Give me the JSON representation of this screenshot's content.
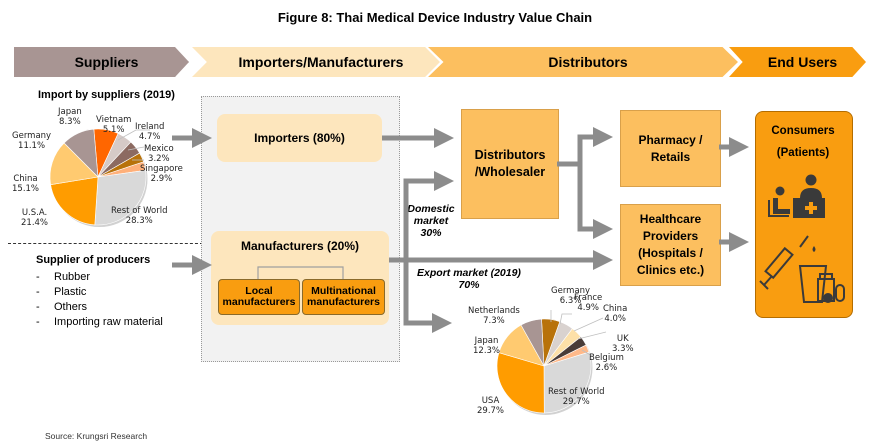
{
  "title": "Figure 8: Thai Medical Device Industry Value Chain",
  "stages": [
    {
      "label": "Suppliers",
      "color": "#a89593"
    },
    {
      "label": "Importers/Manufacturers",
      "color": "#fde6bd"
    },
    {
      "label": "Distributors",
      "color": "#fcbf5f"
    },
    {
      "label": "End Users",
      "color": "#f99d10"
    }
  ],
  "suppliers": {
    "producers_title": "Supplier of producers",
    "producers": [
      "Rubber",
      "Plastic",
      "Others",
      "Importing raw material"
    ],
    "bullet": "-"
  },
  "importers_manufacturers": {
    "importers": "Importers (80%)",
    "manufacturers": "Manufacturers (20%)",
    "local": "Local manufacturers",
    "multinational": "Multinational manufacturers"
  },
  "distributors": {
    "wholesaler": "Distributors /Wholesaler",
    "wholesaler_line1": "Distributors",
    "wholesaler_line2": "/Wholesaler",
    "pharmacy_line1": "Pharmacy /",
    "pharmacy_line2": "Retails",
    "health_lines": [
      "Healthcare",
      "Providers",
      "(Hospitals /",
      "Clinics etc.)"
    ],
    "domestic_lines": [
      "Domestic",
      "market",
      "30%"
    ],
    "export_line1": "Export market (2019)",
    "export_line2": "70%"
  },
  "end_users": {
    "line1": "Consumers",
    "line2": "(Patients)",
    "icons": [
      "doctor-patient-desk-icon",
      "syringe-medicine-icon"
    ]
  },
  "source": "Source: Krungsri Research",
  "chart_data": [
    {
      "type": "pie",
      "title": "Import by suppliers (2019)",
      "unit": "%",
      "slices": [
        {
          "label": "Japan",
          "value": 8.3,
          "color": "#ff6600"
        },
        {
          "label": "Vietnam",
          "value": 5.1,
          "color": "#d6cac7"
        },
        {
          "label": "Ireland",
          "value": 4.7,
          "color": "#8c6a61"
        },
        {
          "label": "Mexico",
          "value": 3.2,
          "color": "#b8720a"
        },
        {
          "label": "Singapore",
          "value": 2.9,
          "color": "#ffb07a"
        },
        {
          "label": "Rest of World",
          "value": 28.3,
          "color": "#d9d9d9"
        },
        {
          "label": "U.S.A.",
          "value": 21.4,
          "color": "#ff9c00"
        },
        {
          "label": "China",
          "value": 15.1,
          "color": "#ffca70"
        },
        {
          "label": "Germany",
          "value": 11.1,
          "color": "#a89593"
        }
      ]
    },
    {
      "type": "pie",
      "title": "Export market (2019)",
      "unit": "%",
      "slices": [
        {
          "label": "Germany",
          "value": 6.3,
          "color": "#b8720a"
        },
        {
          "label": "France",
          "value": 4.9,
          "color": "#d9d2cf"
        },
        {
          "label": "China",
          "value": 4.0,
          "color": "#fde0a8"
        },
        {
          "label": "UK",
          "value": 3.3,
          "color": "#4a3c38"
        },
        {
          "label": "Belgium",
          "value": 2.6,
          "color": "#ffb98a"
        },
        {
          "label": "Rest of World",
          "value": 29.7,
          "color": "#d9d9d9"
        },
        {
          "label": "USA",
          "value": 29.7,
          "color": "#ff9c00"
        },
        {
          "label": "Japan",
          "value": 12.3,
          "color": "#ffca70"
        },
        {
          "label": "Netherlands",
          "value": 7.3,
          "color": "#a89593"
        }
      ]
    }
  ]
}
